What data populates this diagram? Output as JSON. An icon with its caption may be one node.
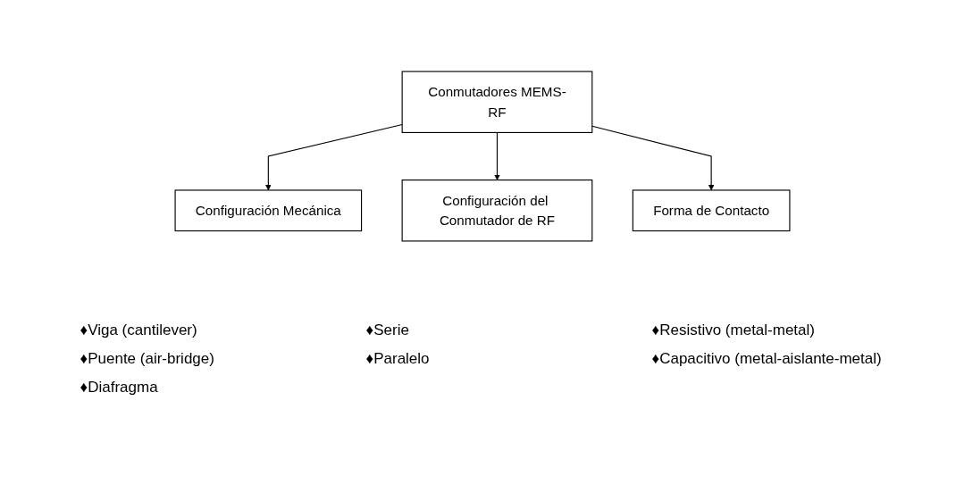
{
  "diagram": {
    "nodes": [
      {
        "text": [
          "Conmutadores MEMS-RF"
        ]
      },
      {
        "text": [
          "Configuración Mecánica"
        ],
        "beside": [
          "♦Viga (cantilever)",
          "♦Puente (air-bridge)",
          "♦Diafragma"
        ]
      },
      {
        "text": [
          "Configuración del Conmutador de RF"
        ],
        "beside": [
          "♦Serie",
          "♦Paralelo"
        ]
      },
      {
        "text": [
          "Forma de Contacto"
        ],
        "beside": [
          "♦Resistivo (metal-metal)",
          "♦Capacitivo (metal-aislante-metal)"
        ]
      }
    ],
    "edges": [
      {
        "from": 0,
        "to": 1,
        "arrow": "to"
      },
      {
        "from": 0,
        "to": 2,
        "arrow": "to"
      },
      {
        "from": 0,
        "to": 3,
        "arrow": "to"
      }
    ]
  }
}
